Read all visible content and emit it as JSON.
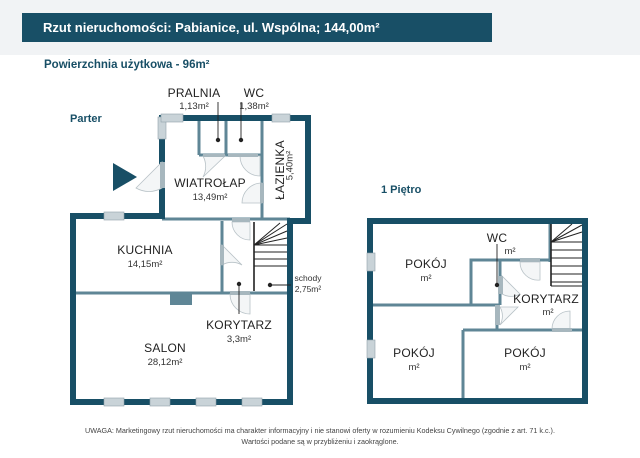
{
  "header": {
    "title": "Rzut nieruchomości: Pabianice, ul. Wspólna; 144,00m²",
    "subtitle": "Powierzchnia użytkowa - 96m²"
  },
  "colors": {
    "brand": "#184f66",
    "wall": "#184f66",
    "inner_wall": "#5f8696",
    "window": "#c9d3d8",
    "door_swing": "#b8c2c7",
    "background_band": "#f1f3f5"
  },
  "floors": [
    {
      "label": "Parter",
      "rooms": [
        {
          "name": "PRALNIA",
          "area": "1,13m²"
        },
        {
          "name": "WC",
          "area": "1,38m²"
        },
        {
          "name": "WIATROŁAP",
          "area": "13,49m²"
        },
        {
          "name": "ŁAZIENKA",
          "area": "5,40m²"
        },
        {
          "name": "KUCHNIA",
          "area": "14,15m²"
        },
        {
          "name": "schody",
          "area": "2,75m²"
        },
        {
          "name": "KORYTARZ",
          "area": "3,3m²"
        },
        {
          "name": "SALON",
          "area": "28,12m²"
        }
      ],
      "entrance_icon": "entrance-arrow-icon"
    },
    {
      "label": "1 Piętro",
      "rooms": [
        {
          "name": "WC",
          "area": "m²"
        },
        {
          "name": "POKÓJ",
          "area": "m²"
        },
        {
          "name": "KORYTARZ",
          "area": "m²"
        },
        {
          "name": "POKÓJ",
          "area": "m²"
        },
        {
          "name": "POKÓJ",
          "area": "m²"
        }
      ]
    }
  ],
  "footer": {
    "line1": "UWAGA: Marketingowy rzut nieruchomości ma charakter informacyjny i nie stanowi oferty w rozumieniu Kodeksu Cywilnego (zgodnie z art. 71 k.c.).",
    "line2": "Wartości podane są w przybliżeniu i zaokrąglone."
  }
}
